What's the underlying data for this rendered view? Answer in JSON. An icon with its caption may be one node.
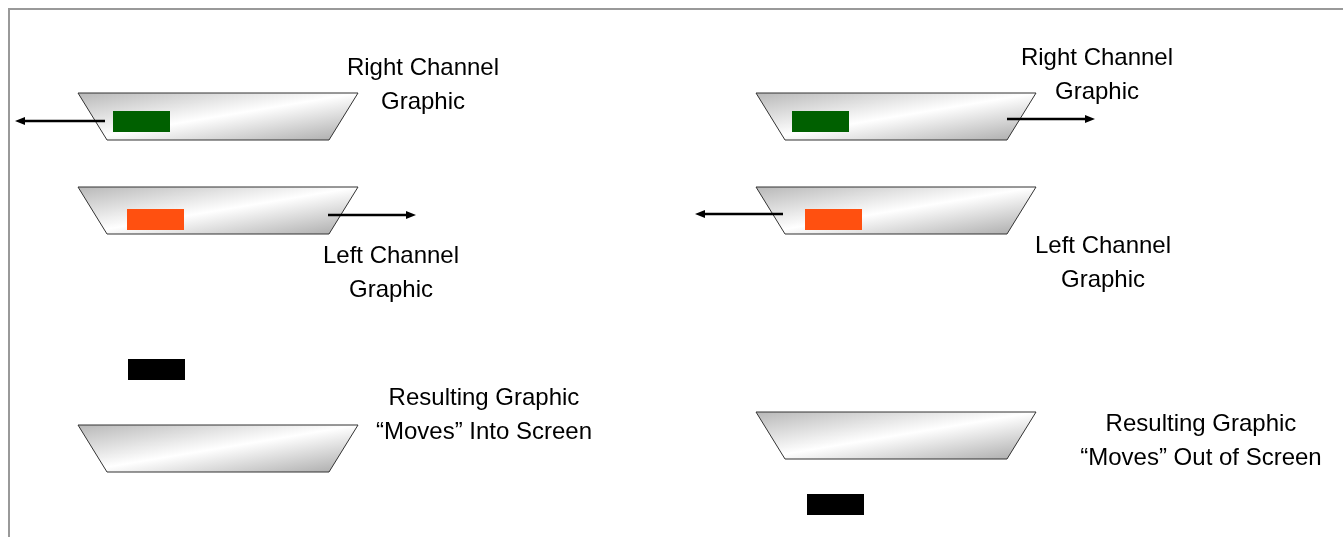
{
  "diagram": {
    "nodes": [
      {
        "text": [],
        "shape": "trapezoid",
        "beside": [
          "Right Channel Graphic"
        ]
      },
      {
        "text": [],
        "shape": "trapezoid",
        "beside": [
          "Left Channel Graphic"
        ]
      },
      {
        "text": [],
        "shape": "trapezoid",
        "beside": [
          "Resulting Graphic “Moves” Into Screen"
        ]
      },
      {
        "text": [],
        "shape": "trapezoid",
        "beside": [
          "Right Channel Graphic"
        ]
      },
      {
        "text": [],
        "shape": "trapezoid",
        "beside": [
          "Left Channel Graphic"
        ]
      },
      {
        "text": [],
        "shape": "trapezoid",
        "beside": [
          "Resulting Graphic “Moves” Out of Screen"
        ]
      }
    ]
  }
}
